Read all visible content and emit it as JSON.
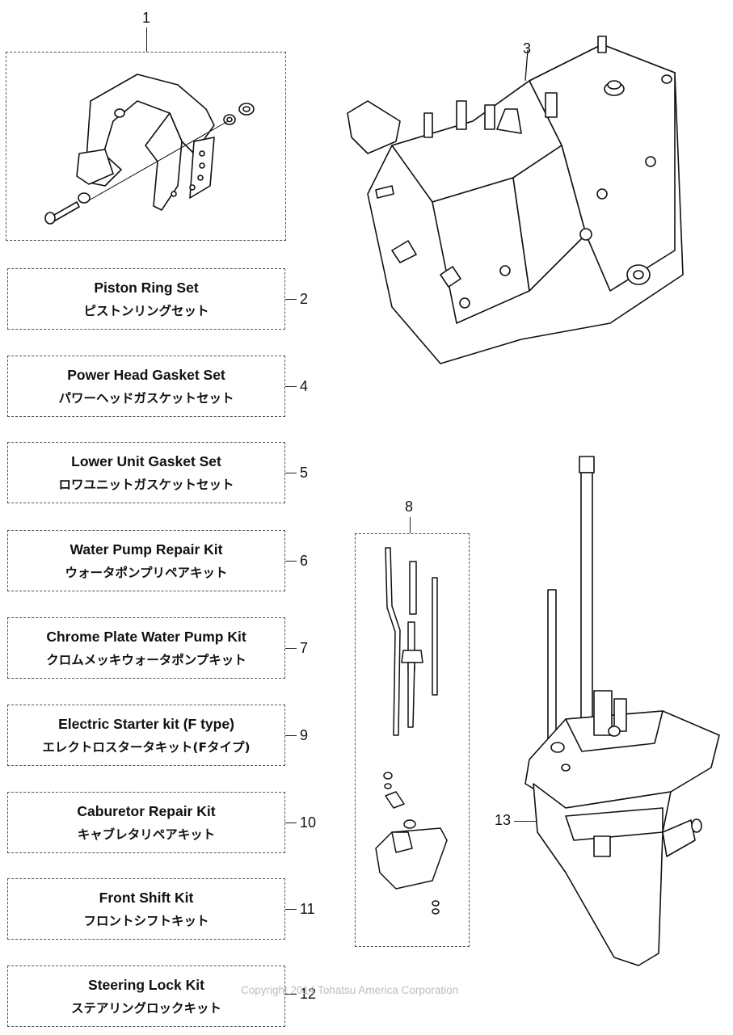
{
  "callouts": {
    "c1": "1",
    "c3": "3",
    "c8": "8",
    "c13": "13"
  },
  "kits": [
    {
      "number": "2",
      "en": "Piston Ring Set",
      "jp": "ピストンリングセット"
    },
    {
      "number": "4",
      "en": "Power Head Gasket Set",
      "jp": "パワーヘッドガスケットセット"
    },
    {
      "number": "5",
      "en": "Lower Unit Gasket Set",
      "jp": "ロワユニットガスケットセット"
    },
    {
      "number": "6",
      "en": "Water Pump Repair Kit",
      "jp": "ウォータポンプリペアキット"
    },
    {
      "number": "7",
      "en": "Chrome Plate Water Pump Kit",
      "jp": "クロムメッキウォータポンプキット"
    },
    {
      "number": "9",
      "en": "Electric Starter kit (F type)",
      "jp": "エレクトロスタータキット(Fタイプ)"
    },
    {
      "number": "10",
      "en": "Caburetor Repair Kit",
      "jp": "キャブレタリペアキット"
    },
    {
      "number": "11",
      "en": "Front Shift Kit",
      "jp": "フロントシフトキット"
    },
    {
      "number": "12",
      "en": "Steering Lock Kit",
      "jp": "ステアリングロックキット"
    }
  ],
  "watermark": "Copyright 2014 Tohatsu America Corporation"
}
